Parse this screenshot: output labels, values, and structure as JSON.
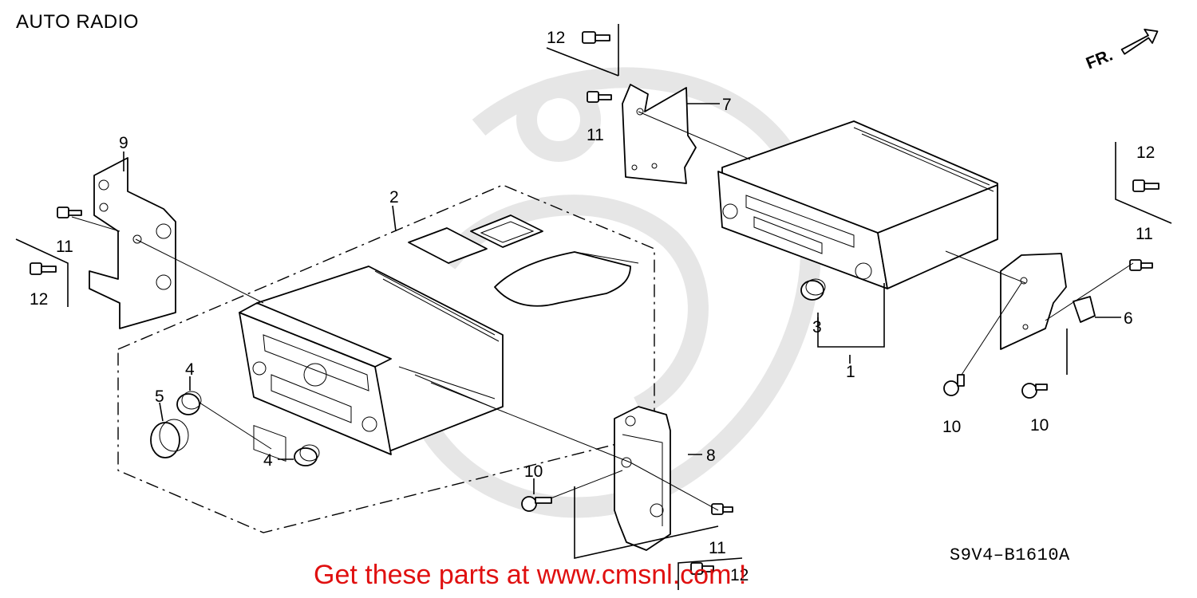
{
  "title": "AUTO RADIO",
  "direction": "FR.",
  "diagram_code": "S9V4–B1610A",
  "promo": "Get these parts at www.cmsnl.com !",
  "callouts": {
    "c1": "1",
    "c2": "2",
    "c3": "3",
    "c4a": "4",
    "c4b": "4",
    "c5": "5",
    "c6": "6",
    "c7": "7",
    "c8": "8",
    "c9": "9",
    "c10a": "10",
    "c10b": "10",
    "c10c": "10",
    "c11a": "11",
    "c11b": "11",
    "c11c": "11",
    "c11d": "11",
    "c12a": "12",
    "c12b": "12",
    "c12c": "12",
    "c12d": "12"
  },
  "colors": {
    "line": "#000000",
    "promo": "#e01010",
    "watermark": "#e6e6e6"
  }
}
